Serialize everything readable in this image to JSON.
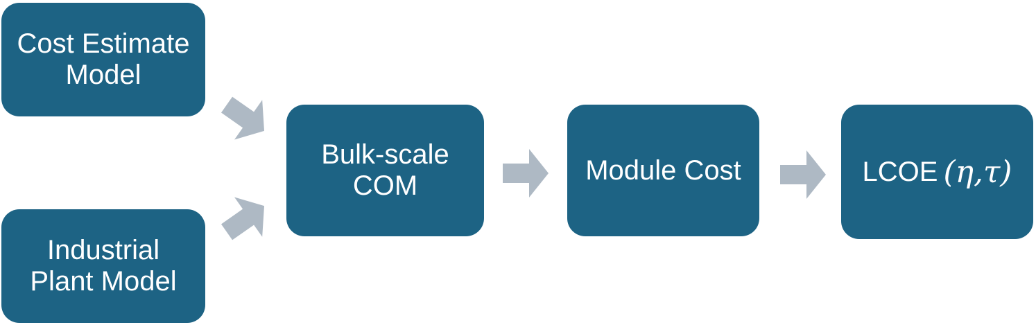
{
  "colors": {
    "node_fill": "#1D6384",
    "node_text": "#FFFFFF",
    "arrow_fill": "#AEB9C4",
    "background": "#FFFFFF"
  },
  "nodes": [
    {
      "id": "cost-estimate-model",
      "lines": [
        "Cost Estimate",
        "Model"
      ]
    },
    {
      "id": "industrial-plant-model",
      "lines": [
        "Industrial",
        "Plant Model"
      ]
    },
    {
      "id": "bulk-scale-com",
      "lines": [
        "Bulk-scale",
        "COM"
      ]
    },
    {
      "id": "module-cost",
      "lines": [
        "Module Cost"
      ]
    },
    {
      "id": "lcoe",
      "label_main": "LCOE",
      "label_math": "(η,τ)"
    }
  ],
  "arrows": [
    {
      "from": "Cost Estimate Model",
      "to": "Bulk-scale COM",
      "direction": "down-right"
    },
    {
      "from": "Industrial Plant Model",
      "to": "Bulk-scale COM",
      "direction": "up-right"
    },
    {
      "from": "Bulk-scale COM",
      "to": "Module Cost",
      "direction": "right"
    },
    {
      "from": "Module Cost",
      "to": "LCOE (η,τ)",
      "direction": "right"
    }
  ]
}
